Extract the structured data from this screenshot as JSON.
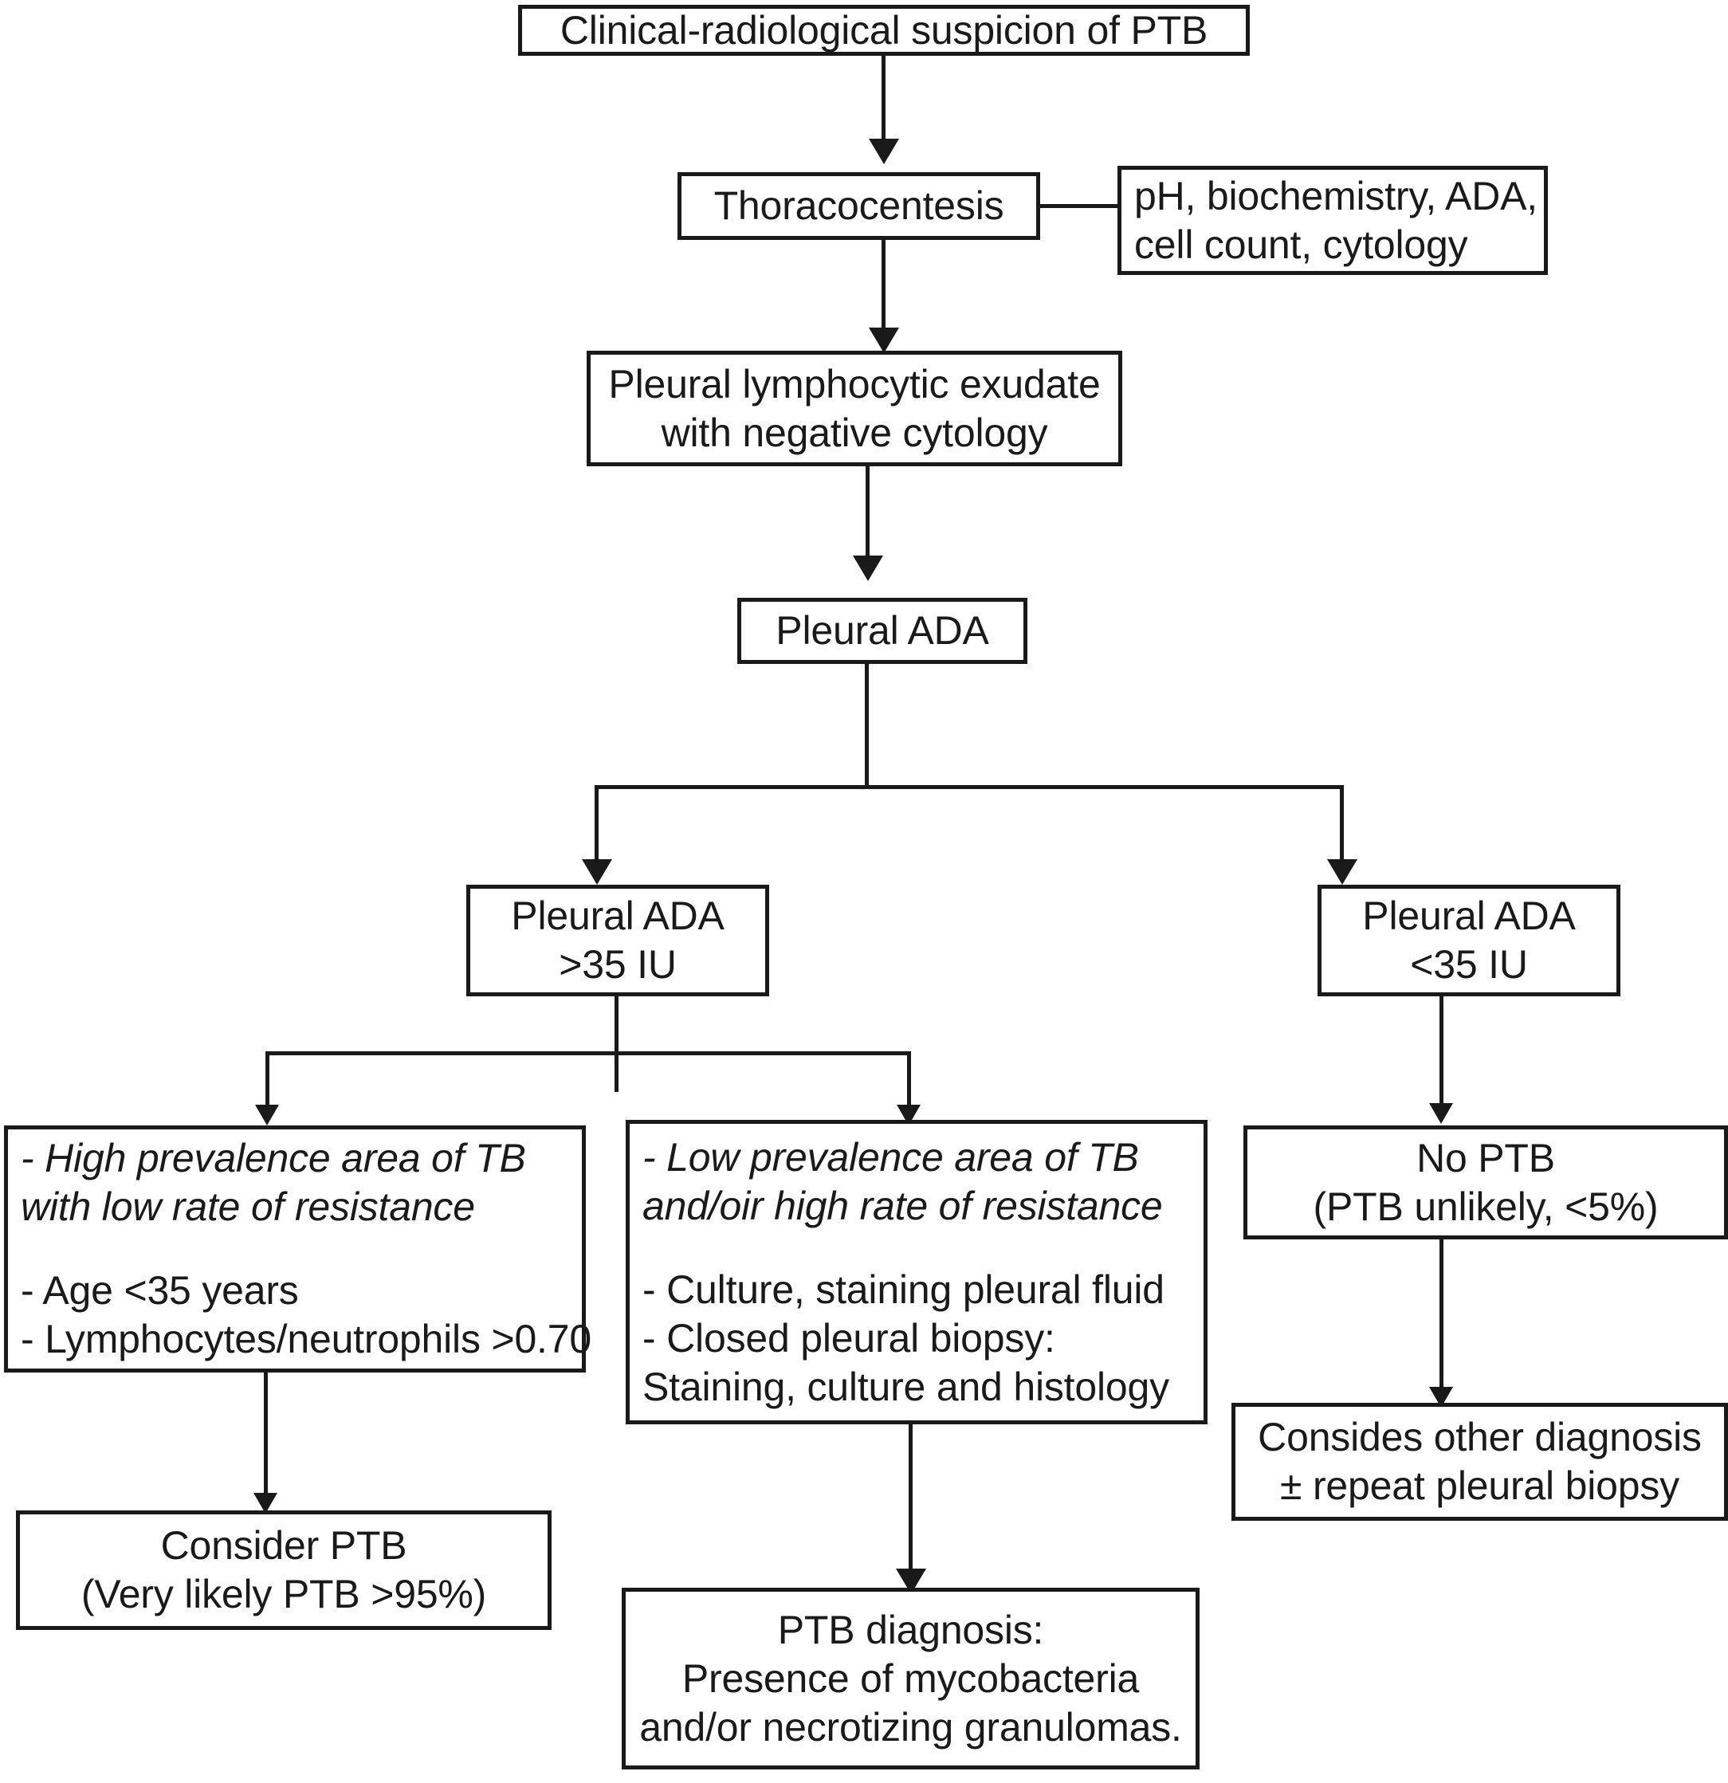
{
  "diagram": {
    "title": "Diagnostic algorithm for pleural tuberculosis (PTB)",
    "type": "flowchart",
    "stroke_color": "#1a1a1a",
    "background_color": "#ffffff",
    "nodes": {
      "suspicion": {
        "line1": "Clinical-radiological suspicion of PTB"
      },
      "thoracocentesis": {
        "line1": "Thoracocentesis"
      },
      "tests": {
        "line1": "pH, biochemistry, ADA,",
        "line2": "cell count, cytology"
      },
      "exudate": {
        "line1": "Pleural lymphocytic exudate",
        "line2": "with negative cytology"
      },
      "ada": {
        "line1": "Pleural ADA"
      },
      "ada_high": {
        "line1": "Pleural ADA",
        "line2": ">35 IU"
      },
      "ada_low": {
        "line1": "Pleural ADA",
        "line2": "<35 IU"
      },
      "high_prevalence": {
        "line1": "- High prevalence area of TB",
        "line2": "with low rate of resistance",
        "line3": "- Age <35 years",
        "line4": "- Lymphocytes/neutrophils >0.70"
      },
      "low_prevalence": {
        "line1": "- Low prevalence area of TB",
        "line2": "and/oir high rate of resistance",
        "line3": "- Culture, staining pleural fluid",
        "line4": "- Closed pleural biopsy:",
        "line5": "Staining, culture and histology"
      },
      "no_ptb": {
        "line1": "No PTB",
        "line2": "(PTB unlikely, <5%)"
      },
      "consider_ptb": {
        "line1": "Consider PTB",
        "line2": "(Very likely PTB >95%)"
      },
      "ptb_diagnosis": {
        "line1": "PTB diagnosis:",
        "line2": "Presence of mycobacteria",
        "line3": "and/or necrotizing granulomas."
      },
      "other_diagnosis": {
        "line1": "Consides other diagnosis",
        "line2": "± repeat pleural biopsy"
      }
    },
    "edges": [
      {
        "from": "suspicion",
        "to": "thoracocentesis",
        "style": "arrow-down"
      },
      {
        "from": "thoracocentesis",
        "to": "tests",
        "style": "plain-right"
      },
      {
        "from": "thoracocentesis",
        "to": "exudate",
        "style": "arrow-down"
      },
      {
        "from": "exudate",
        "to": "ada",
        "style": "arrow-down"
      },
      {
        "from": "ada",
        "to": "ada_high",
        "style": "split-arrow-down"
      },
      {
        "from": "ada",
        "to": "ada_low",
        "style": "split-arrow-down"
      },
      {
        "from": "ada_high",
        "to": "high_prevalence",
        "style": "split-arrow-down"
      },
      {
        "from": "ada_high",
        "to": "low_prevalence",
        "style": "split-arrow-down"
      },
      {
        "from": "ada_low",
        "to": "no_ptb",
        "style": "arrow-down"
      },
      {
        "from": "high_prevalence",
        "to": "consider_ptb",
        "style": "arrow-down"
      },
      {
        "from": "low_prevalence",
        "to": "ptb_diagnosis",
        "style": "arrow-down"
      },
      {
        "from": "no_ptb",
        "to": "other_diagnosis",
        "style": "arrow-down"
      }
    ]
  }
}
